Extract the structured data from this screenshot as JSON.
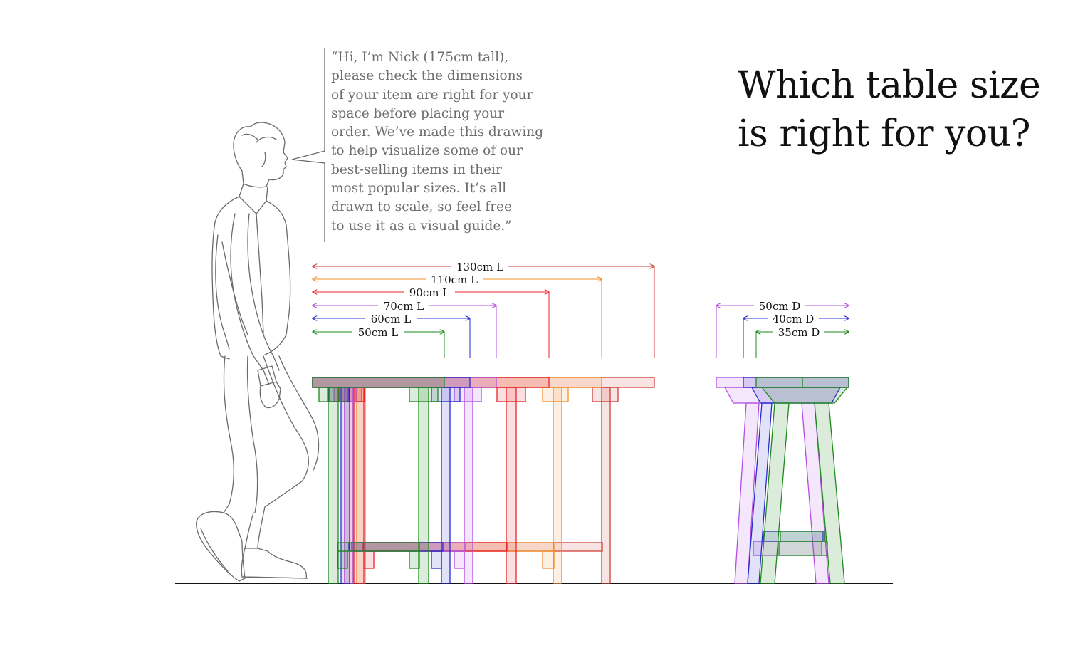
{
  "heading": {
    "line1": "Which table size",
    "line2": "is right for you?"
  },
  "quote": {
    "lines": [
      "“Hi, I’m Nick (175cm tall),",
      "please check the dimensions",
      "of your item are right for your",
      "space before placing your",
      "order. We’ve made this drawing",
      "to help visualize some of our",
      "best-selling items in their",
      "most popular sizes. It’s all",
      "drawn to scale, so feel free",
      "to use it as a visual guide.”"
    ]
  },
  "length_dimensions": [
    {
      "label": "130cm L",
      "length_cm": 130,
      "color": "#d0403a"
    },
    {
      "label": "110cm L",
      "length_cm": 110,
      "color": "#f0902a"
    },
    {
      "label": "90cm L",
      "length_cm": 90,
      "color": "#e8262a"
    },
    {
      "label": "70cm L",
      "length_cm": 70,
      "color": "#b44ee0"
    },
    {
      "label": "60cm L",
      "length_cm": 60,
      "color": "#2a2ad0"
    },
    {
      "label": "50cm L",
      "length_cm": 50,
      "color": "#1e8a1e"
    }
  ],
  "depth_dimensions": [
    {
      "label": "50cm D",
      "depth_cm": 50,
      "color": "#b44ee0"
    },
    {
      "label": "40cm D",
      "depth_cm": 40,
      "color": "#2a2ad0"
    },
    {
      "label": "35cm D",
      "depth_cm": 35,
      "color": "#1e8a1e"
    }
  ],
  "colors": {
    "line": "#111111",
    "quote_text": "#6e6e6e",
    "silhouette": "#6a6a6a"
  }
}
